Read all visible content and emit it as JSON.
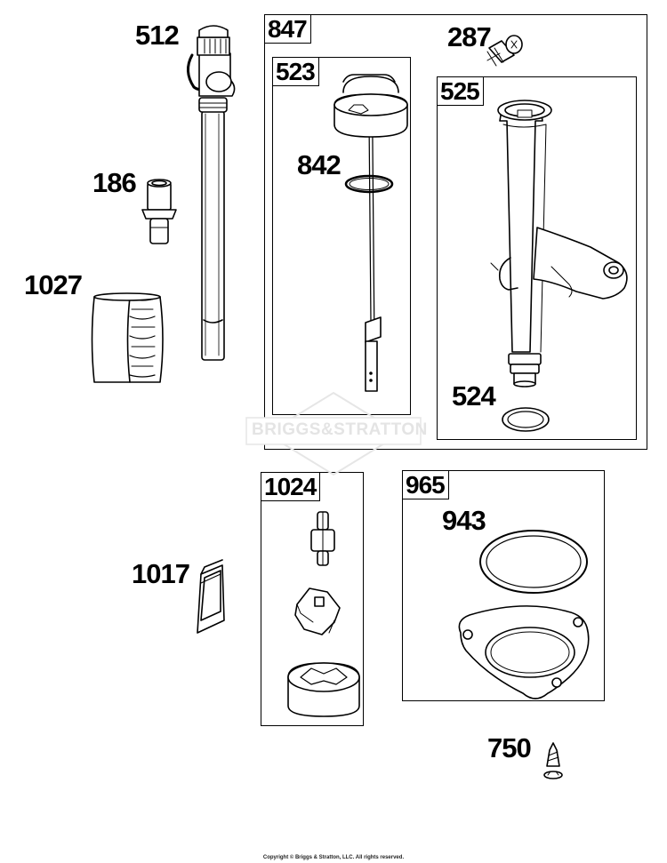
{
  "diagram": {
    "watermark": "BRIGGS&STRATTON",
    "copyright": "Copyright © Briggs & Stratton, LLC. All rights reserved."
  },
  "parts": {
    "p512": "512",
    "p186": "186",
    "p1027": "1027",
    "p842": "842",
    "p287": "287",
    "p524": "524",
    "p1017": "1017",
    "p943": "943",
    "p750": "750"
  },
  "groups": {
    "g847": "847",
    "g523": "523",
    "g525": "525",
    "g1024": "1024",
    "g965": "965"
  }
}
